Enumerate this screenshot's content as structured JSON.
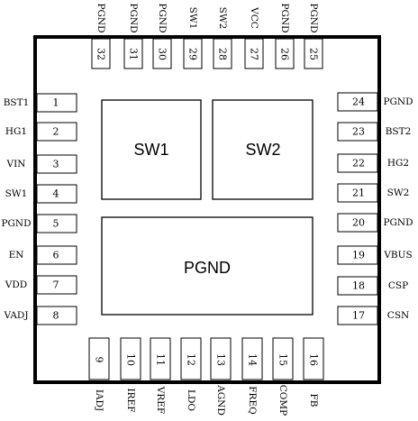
{
  "package": {
    "top_pins": [
      {
        "num": "32",
        "name": "PGND"
      },
      {
        "num": "31",
        "name": "PGND"
      },
      {
        "num": "30",
        "name": "PGND"
      },
      {
        "num": "29",
        "name": "SW1"
      },
      {
        "num": "28",
        "name": "SW2"
      },
      {
        "num": "27",
        "name": "VCC"
      },
      {
        "num": "26",
        "name": "PGND"
      },
      {
        "num": "25",
        "name": "PGND"
      }
    ],
    "left_pins": [
      {
        "num": "1",
        "name": "BST1"
      },
      {
        "num": "2",
        "name": "HG1"
      },
      {
        "num": "3",
        "name": "VIN"
      },
      {
        "num": "4",
        "name": "SW1"
      },
      {
        "num": "5",
        "name": "PGND"
      },
      {
        "num": "6",
        "name": "EN"
      },
      {
        "num": "7",
        "name": "VDD"
      },
      {
        "num": "8",
        "name": "VADJ"
      }
    ],
    "right_pins": [
      {
        "num": "24",
        "name": "PGND"
      },
      {
        "num": "23",
        "name": "BST2"
      },
      {
        "num": "22",
        "name": "HG2"
      },
      {
        "num": "21",
        "name": "SW2"
      },
      {
        "num": "20",
        "name": "PGND"
      },
      {
        "num": "19",
        "name": "VBUS"
      },
      {
        "num": "18",
        "name": "CSP"
      },
      {
        "num": "17",
        "name": "CSN"
      }
    ],
    "bottom_pins": [
      {
        "num": "9",
        "name": "IADJ"
      },
      {
        "num": "10",
        "name": "IREF"
      },
      {
        "num": "11",
        "name": "VREF"
      },
      {
        "num": "12",
        "name": "LDO"
      },
      {
        "num": "13",
        "name": "AGND"
      },
      {
        "num": "14",
        "name": "FREQ"
      },
      {
        "num": "15",
        "name": "COMP"
      },
      {
        "num": "16",
        "name": "FB"
      }
    ],
    "exposed_pads": {
      "sw1": "SW1",
      "sw2": "SW2",
      "pgnd": "PGND"
    }
  }
}
